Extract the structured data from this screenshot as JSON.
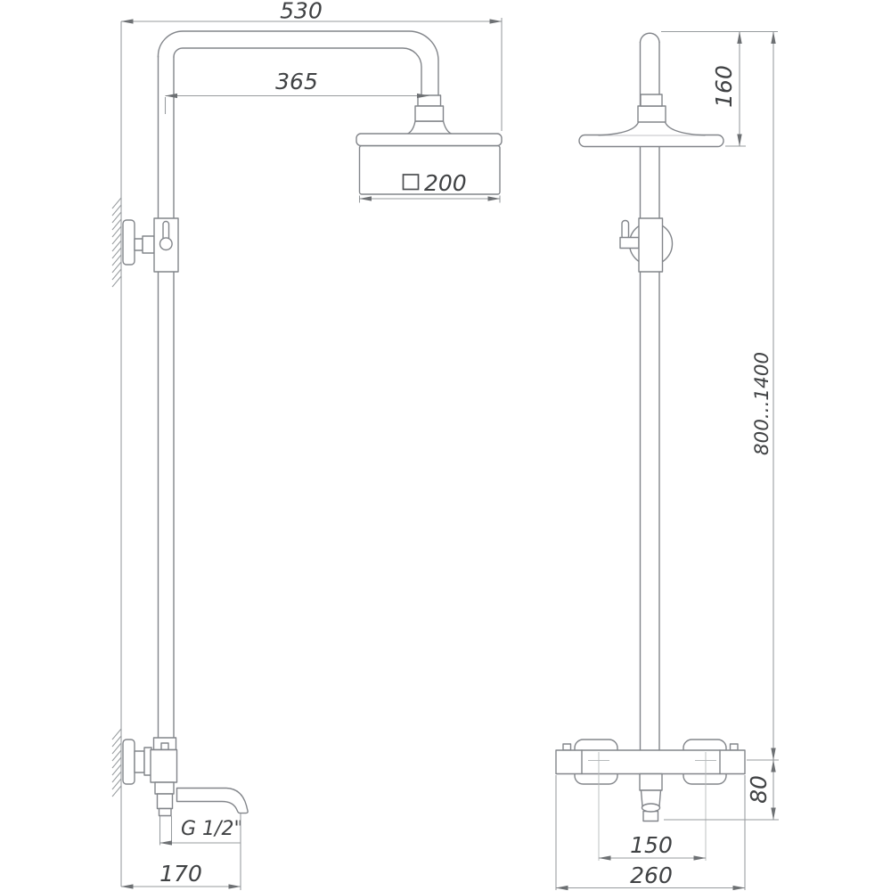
{
  "dims": {
    "overall_width": "530",
    "arm_reach": "365",
    "head_size": "200",
    "head_drop": "160",
    "column_height": "800...1400",
    "outlet_drop": "80",
    "handle_spacing": "150",
    "mixer_width": "260",
    "spout_reach": "170",
    "thread": "G 1/2\""
  },
  "colors": {
    "object_line": "#82858a",
    "dimension_line": "#979b9e",
    "centerline": "#b7babc",
    "text": "#404244",
    "background": "#ffffff"
  }
}
